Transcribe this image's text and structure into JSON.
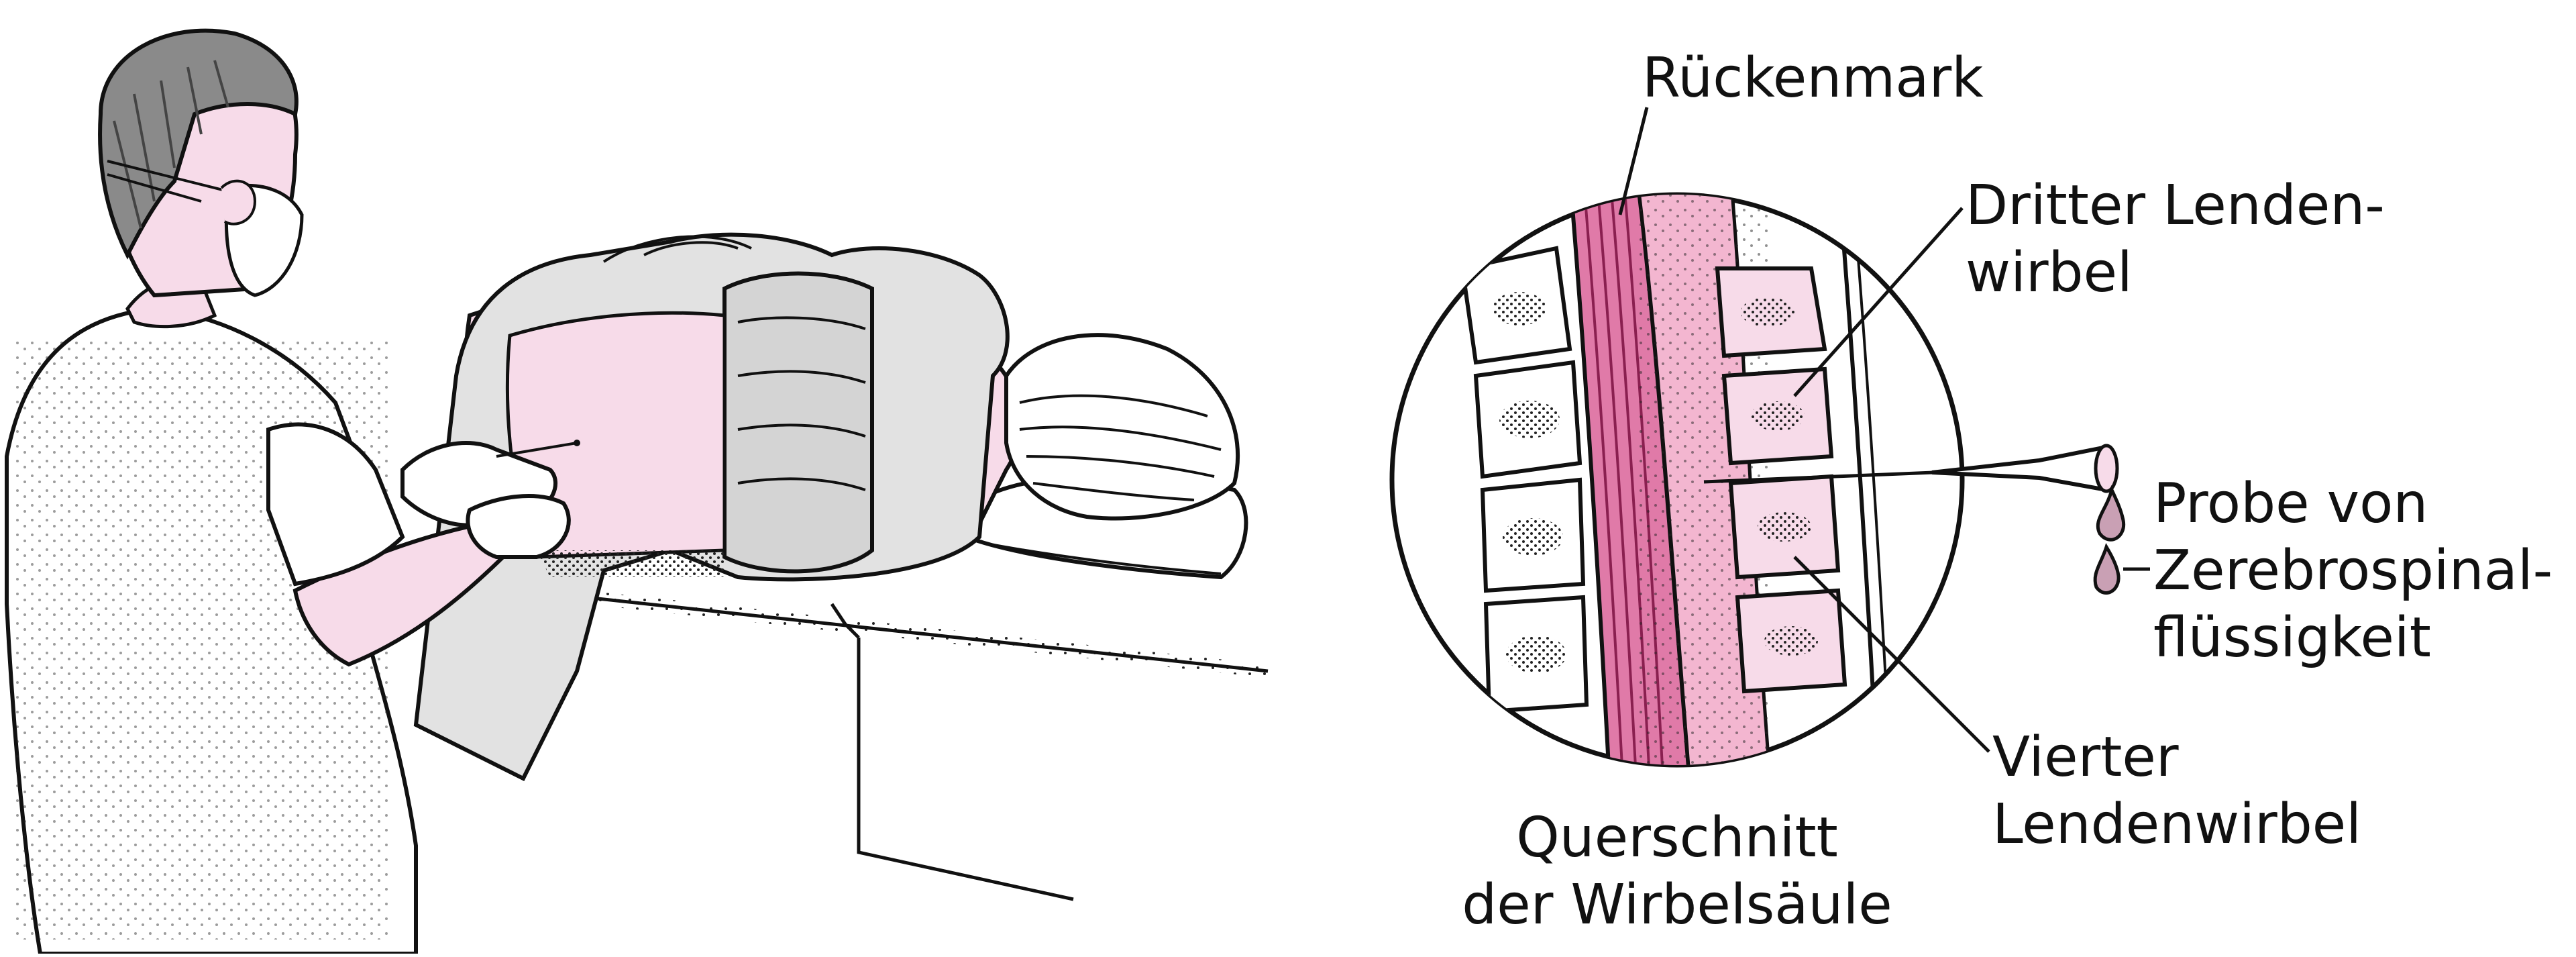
{
  "labels": {
    "spinal_cord": "Rückenmark",
    "third_vertebra_line1": "Dritter Lenden-",
    "third_vertebra_line2": "wirbel",
    "csf_sample_line1": "Probe von",
    "csf_sample_line2": "Zerebrospinal-",
    "csf_sample_line3": "flüssigkeit",
    "fourth_vertebra_line1": "Vierter",
    "fourth_vertebra_line2": "Lendenwirbel",
    "cross_section_line1": "Querschnitt",
    "cross_section_line2": "der Wirbelsäule"
  },
  "colors": {
    "outline": "#111111",
    "skin_pink": "#f7dbe9",
    "cord_pink": "#e07aa8",
    "cord_light": "#f3b6d0",
    "blanket_gray": "#e2e2e2",
    "blanket_shadow": "#c8c8c8",
    "background": "#ffffff"
  }
}
